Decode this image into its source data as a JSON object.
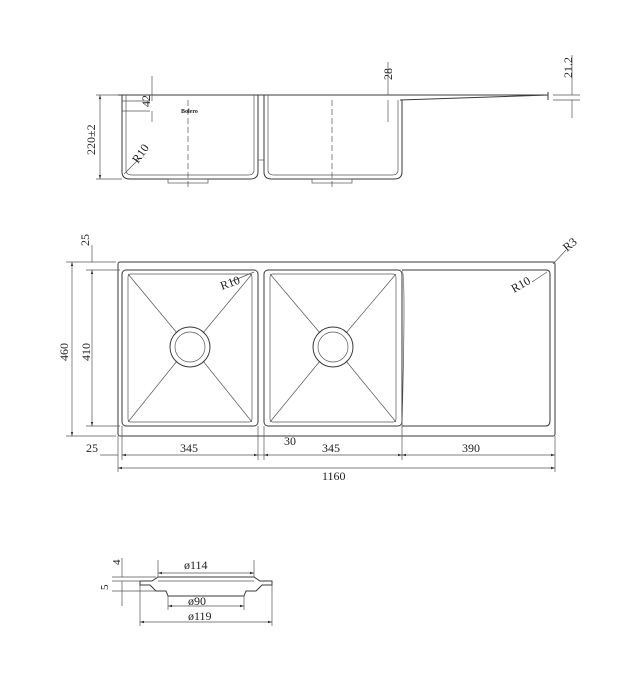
{
  "side_view": {
    "dims": {
      "depth": "220±2",
      "lip": "42",
      "radius": "R10",
      "drainer_height": "28",
      "drainer_thickness": "21.2"
    },
    "logo": "Bolero"
  },
  "top_view": {
    "dims": {
      "top_margin": "25",
      "overall_depth": "460",
      "bowl_depth": "410",
      "corner_radius": "R3",
      "bowl1_radius": "R10",
      "bowl2_radius": "R10",
      "left_margin": "25",
      "bowl1_width": "345",
      "gap": "30",
      "bowl2_width": "345",
      "drainer_width": "390",
      "overall_width": "1160"
    }
  },
  "waste_detail": {
    "dims": {
      "height_top": "4",
      "height_bottom": "5",
      "dia_top": "ø114",
      "dia_bottom": "ø90",
      "dia_overall": "ø119"
    }
  }
}
